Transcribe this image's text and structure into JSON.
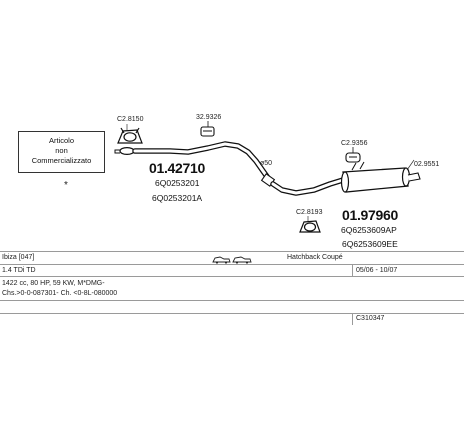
{
  "note": {
    "lines": [
      "Articolo",
      "non",
      "Commercializzato"
    ]
  },
  "labels": {
    "c2_8150": "C2.8150",
    "p32_9326": "32.9326",
    "c2_9356": "C2.9356",
    "p02_9551": "02.9551",
    "c2_8193": "C2.8193",
    "diameter": "ø50",
    "asterisk": "*"
  },
  "parts": {
    "front": {
      "number": "01.42710",
      "oe1": "6Q0253201",
      "oe2": "6Q0253201A"
    },
    "rear": {
      "number": "01.97960",
      "oe1": "6Q6253609AP",
      "oe2": "6Q6253609EE"
    }
  },
  "table": {
    "model": "Ibiza [047]",
    "body_type": "Hatchback Coupé",
    "engine": "1.4 TDi TD",
    "years": "05/06 - 10/07",
    "specs": "1422 cc, 80 HP, 59 KW, M*DMG-",
    "chassis": "Chs.>0-0-087301- Ch. <0-8L-080000",
    "code": "C310347"
  },
  "icons": {
    "body_icon": "car-silhouettes-icon"
  }
}
